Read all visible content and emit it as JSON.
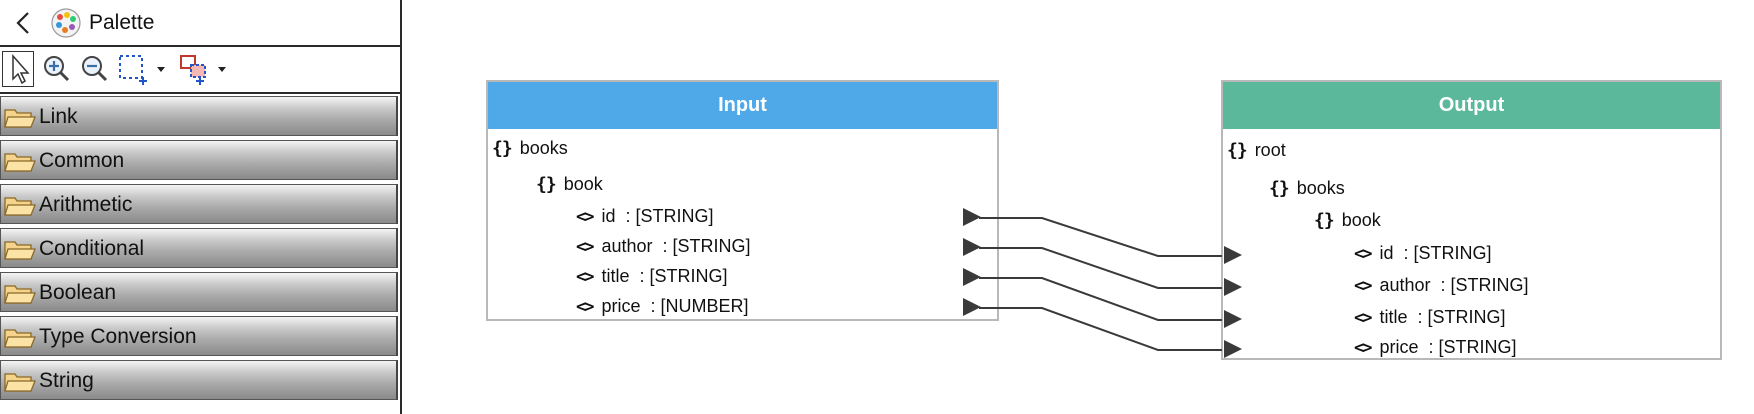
{
  "palette": {
    "title": "Palette",
    "toolbar": {
      "select": "select-tool",
      "zoom_in": "zoom-in-tool",
      "zoom_out": "zoom-out-tool",
      "marquee": "marquee-tool",
      "connection": "connection-tool"
    },
    "drawers": [
      {
        "label": "Link"
      },
      {
        "label": "Common"
      },
      {
        "label": "Arithmetic"
      },
      {
        "label": "Conditional"
      },
      {
        "label": "Boolean"
      },
      {
        "label": "Type Conversion"
      },
      {
        "label": "String"
      }
    ]
  },
  "input": {
    "title": "Input",
    "header_color": "#4fa8e8",
    "obj_icon": "{}",
    "prim_icon": "<>",
    "root": "books",
    "child": "book",
    "fields": [
      {
        "name": "id",
        "type": ": [STRING]"
      },
      {
        "name": "author",
        "type": ": [STRING]"
      },
      {
        "name": "title",
        "type": ": [STRING]"
      },
      {
        "name": "price",
        "type": ": [NUMBER]"
      }
    ]
  },
  "output": {
    "title": "Output",
    "header_color": "#5cb89a",
    "obj_icon": "{}",
    "prim_icon": "<>",
    "root": "root",
    "child": "books",
    "grandchild": "book",
    "fields": [
      {
        "name": "id",
        "type": ": [STRING]"
      },
      {
        "name": "author",
        "type": ": [STRING]"
      },
      {
        "name": "title",
        "type": ": [STRING]"
      },
      {
        "name": "price",
        "type": ": [STRING]"
      }
    ]
  },
  "mappings": [
    {
      "from": "id",
      "to": "id"
    },
    {
      "from": "author",
      "to": "author"
    },
    {
      "from": "title",
      "to": "title"
    },
    {
      "from": "price",
      "to": "price"
    }
  ]
}
